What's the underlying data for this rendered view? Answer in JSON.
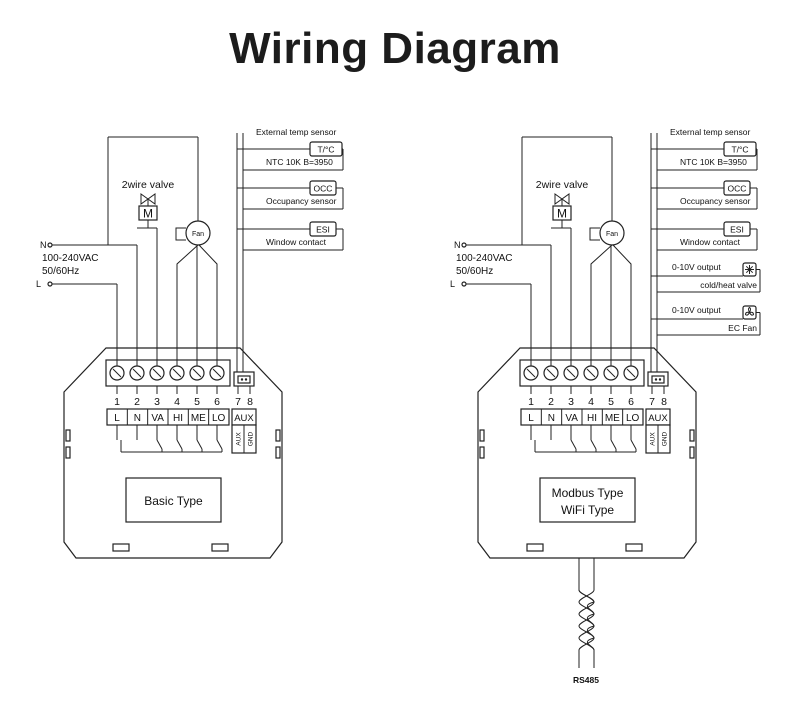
{
  "title": "Wiring Diagram",
  "basic": {
    "type_label": "Basic Type",
    "valve_label": "2wire valve",
    "motor_label": "M",
    "fan_label": "Fan",
    "supply_n": "N",
    "supply_l": "L",
    "supply_voltage": "100-240VAC",
    "supply_freq": "50/60Hz",
    "terminal_numbers": [
      "1",
      "2",
      "3",
      "4",
      "5",
      "6",
      "7",
      "8"
    ],
    "terminal_labels": [
      "L",
      "N",
      "VA",
      "HI",
      "ME",
      "LO"
    ],
    "aux_label": "AUX",
    "aux_sub": [
      "AUX",
      "GND"
    ],
    "sensor_header": "External temp sensor",
    "sensors": [
      {
        "tag": "T/°C",
        "desc": "NTC 10K B=3950"
      },
      {
        "tag": "OCC",
        "desc": "Occupancy sensor"
      },
      {
        "tag": "ESI",
        "desc": "Window contact"
      }
    ]
  },
  "modbus": {
    "type_line1": "Modbus Type",
    "type_line2": "WiFi Type",
    "valve_label": "2wire valve",
    "motor_label": "M",
    "fan_label": "Fan",
    "supply_n": "N",
    "supply_l": "L",
    "supply_voltage": "100-240VAC",
    "supply_freq": "50/60Hz",
    "terminal_numbers": [
      "1",
      "2",
      "3",
      "4",
      "5",
      "6",
      "7",
      "8"
    ],
    "terminal_labels": [
      "L",
      "N",
      "VA",
      "HI",
      "ME",
      "LO"
    ],
    "aux_label": "AUX",
    "aux_sub": [
      "AUX",
      "GND"
    ],
    "sensor_header": "External temp sensor",
    "sensors": [
      {
        "tag": "T/°C",
        "desc": "NTC 10K B=3950"
      },
      {
        "tag": "OCC",
        "desc": "Occupancy sensor"
      },
      {
        "tag": "ESI",
        "desc": "Window contact"
      }
    ],
    "outputs": [
      {
        "label": "0-10V output",
        "desc": "cold/heat valve",
        "icon": "snowflake-icon"
      },
      {
        "label": "0-10V output",
        "desc": "EC Fan",
        "icon": "fan-icon"
      }
    ],
    "rs485_label": "RS485"
  }
}
